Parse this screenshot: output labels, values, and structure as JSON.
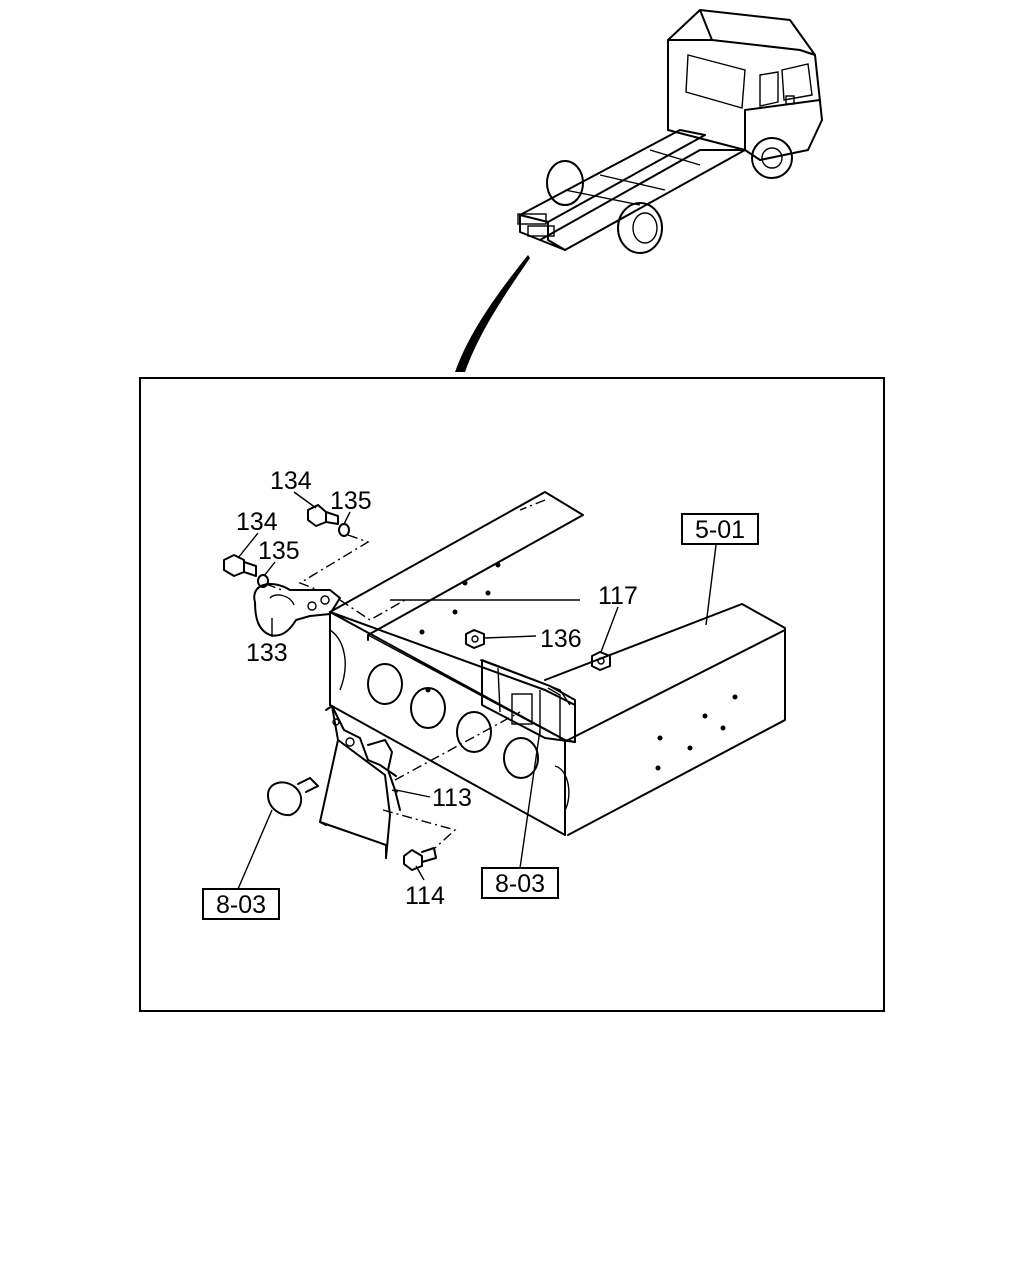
{
  "callouts": {
    "bolt_134_upper": "134",
    "washer_135_upper": "135",
    "bolt_134_lower": "134",
    "washer_135_lower": "135",
    "hook_133": "133",
    "nut_117": "117",
    "nut_136": "136",
    "bracket_113": "113",
    "bolt_114": "114"
  },
  "references": {
    "frame_ref": "5-01",
    "lamp_ref_left": "8-03",
    "lamp_ref_right": "8-03"
  },
  "icons": [
    "truck-chassis-overview-icon",
    "tow-hook-icon",
    "bolt-icon",
    "washer-icon",
    "nut-icon",
    "bracket-icon",
    "lamp-icon",
    "frame-rail-icon"
  ]
}
